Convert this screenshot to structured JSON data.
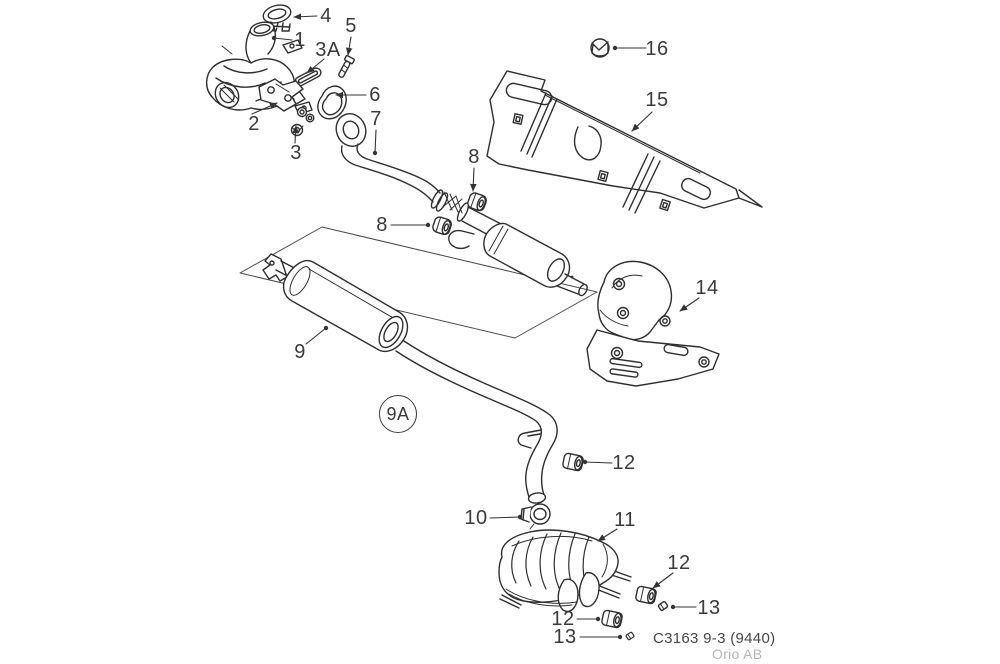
{
  "diagram": {
    "footer": {
      "drawing_code": "C3163 9-3 (9440)",
      "publisher": "Orio AB"
    },
    "colors": {
      "background": "#ffffff",
      "line": "#2e2e2e",
      "label": "#3a3a3a",
      "muted_text": "#b5b5b5",
      "frame": "#4a4a4a"
    },
    "callouts": {
      "c1": {
        "label": "1"
      },
      "c2": {
        "label": "2"
      },
      "c3": {
        "label": "3"
      },
      "c3a": {
        "label": "3A"
      },
      "c4": {
        "label": "4"
      },
      "c5": {
        "label": "5"
      },
      "c6": {
        "label": "6"
      },
      "c7": {
        "label": "7"
      },
      "c8a": {
        "label": "8"
      },
      "c8b": {
        "label": "8"
      },
      "c9": {
        "label": "9"
      },
      "c9a": {
        "label": "9A"
      },
      "c10": {
        "label": "10"
      },
      "c11": {
        "label": "11"
      },
      "c12a": {
        "label": "12"
      },
      "c12b": {
        "label": "12"
      },
      "c12c": {
        "label": "12"
      },
      "c13a": {
        "label": "13"
      },
      "c13b": {
        "label": "13"
      },
      "c14": {
        "label": "14"
      },
      "c15": {
        "label": "15"
      },
      "c16": {
        "label": "16"
      }
    }
  }
}
